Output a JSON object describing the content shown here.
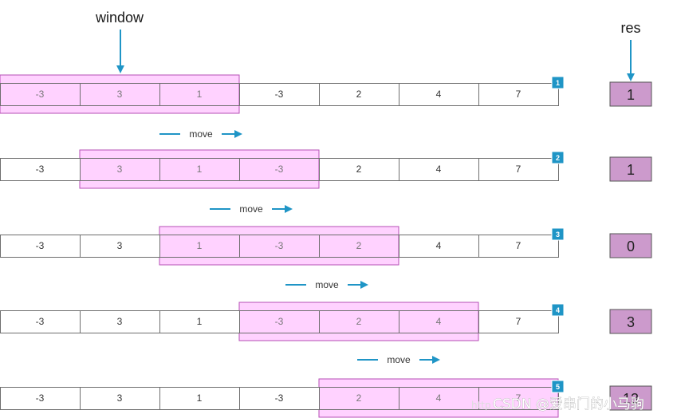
{
  "labels": {
    "window": "window",
    "res": "res",
    "move": "move"
  },
  "watermark": {
    "url": "http",
    "text": "CSDN @爱串门的小马驹"
  },
  "colors": {
    "window_fill": "#ffd2ff",
    "window_stroke": "#b54fb5",
    "cell_stroke": "#6e6e6e",
    "res_fill": "#cc9acc",
    "arrow": "#1f95c6",
    "badge": "#1f95c6"
  },
  "array": [
    "-3",
    "3",
    "1",
    "-3",
    "2",
    "4",
    "7"
  ],
  "steps": [
    {
      "badge": "1",
      "start": 0,
      "res": "1"
    },
    {
      "badge": "2",
      "start": 1,
      "res": "1"
    },
    {
      "badge": "3",
      "start": 2,
      "res": "0"
    },
    {
      "badge": "4",
      "start": 3,
      "res": "3"
    },
    {
      "badge": "5",
      "start": 4,
      "res": "13"
    }
  ],
  "window_size": 3
}
